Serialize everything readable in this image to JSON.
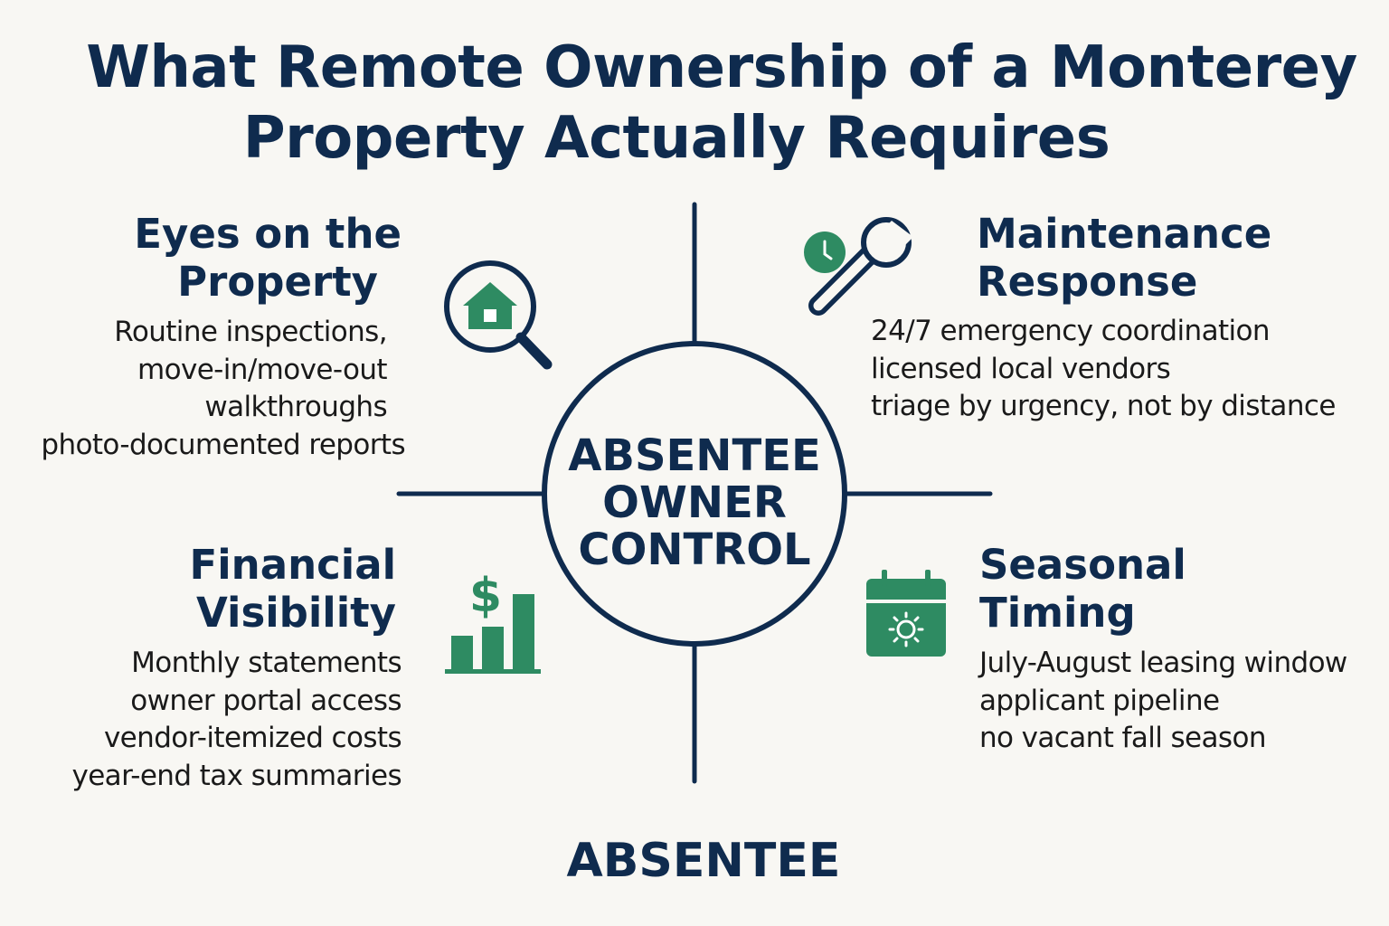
{
  "title": {
    "line1": "What Remote Ownership of a Monterey",
    "line2": "Property Actually Requires"
  },
  "hub": {
    "line1": "ABSENTEE",
    "line2": "OWNER",
    "line3": "CONTROL"
  },
  "quadrants": [
    {
      "heading": [
        "Eyes on the",
        "Property"
      ],
      "icon": "home-magnifier-icon",
      "lines": [
        "Routine inspections,",
        "move-in/move-out",
        "walkthroughs",
        "photo-documented reports"
      ]
    },
    {
      "heading": [
        "Maintenance",
        "Response"
      ],
      "icon": "wrench-clock-icon",
      "lines": [
        "24/7 emergency coordination",
        "licensed local vendors",
        "triage by urgency, not by distance"
      ]
    },
    {
      "heading": [
        "Financial",
        "Visibility"
      ],
      "icon": "dollar-bar-chart-icon",
      "lines": [
        "Monthly statements",
        "owner portal access",
        "vendor-itemized costs",
        "year-end tax summaries"
      ]
    },
    {
      "heading": [
        "Seasonal",
        "Timing"
      ],
      "icon": "calendar-sun-icon",
      "lines": [
        "July-August leasing window",
        "applicant pipeline",
        "no vacant fall season"
      ]
    }
  ],
  "footer": "ABSENTEE",
  "colors": {
    "navy": "#0f2b4e",
    "green": "#2e8b62",
    "background": "#f8f7f3"
  }
}
